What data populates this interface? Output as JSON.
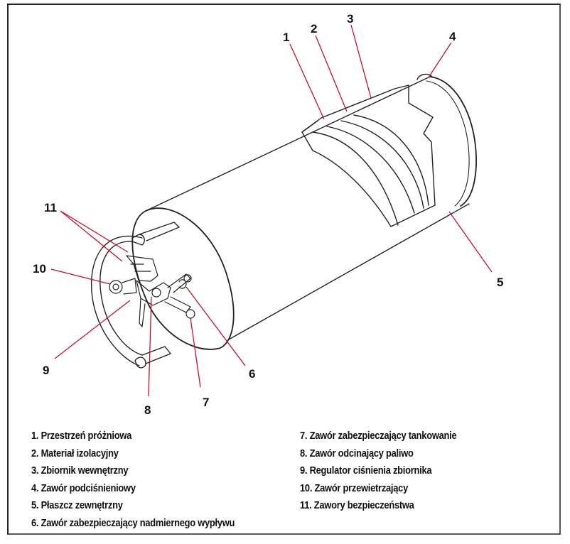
{
  "diagram": {
    "subject": "Gas tank (LPG) cutaway diagram",
    "leader_color": "#c8102e",
    "line_color": "#222222",
    "callouts": [
      {
        "id": "1",
        "label": "1"
      },
      {
        "id": "2",
        "label": "2"
      },
      {
        "id": "3",
        "label": "3"
      },
      {
        "id": "4",
        "label": "4"
      },
      {
        "id": "5",
        "label": "5"
      },
      {
        "id": "6",
        "label": "6"
      },
      {
        "id": "7",
        "label": "7"
      },
      {
        "id": "8",
        "label": "8"
      },
      {
        "id": "9",
        "label": "9"
      },
      {
        "id": "10",
        "label": "10"
      },
      {
        "id": "11",
        "label": "11"
      }
    ]
  },
  "legend": {
    "left": [
      "1. Przestrzeń próżniowa",
      "2. Materiał izolacyjny",
      "3. Zbiornik wewnętrzny",
      "4. Zawór podciśnieniowy",
      "5. Płaszcz zewnętrzny",
      "6. Zawór zabezpieczający nadmiernego wypływu"
    ],
    "right": [
      "7. Zawór zabezpieczający tankowanie",
      "8. Zawór odcinający paliwo",
      "9. Regulator ciśnienia zbiornika",
      "10. Zawór przewietrzający",
      "11. Zawory bezpieczeństwa"
    ]
  }
}
